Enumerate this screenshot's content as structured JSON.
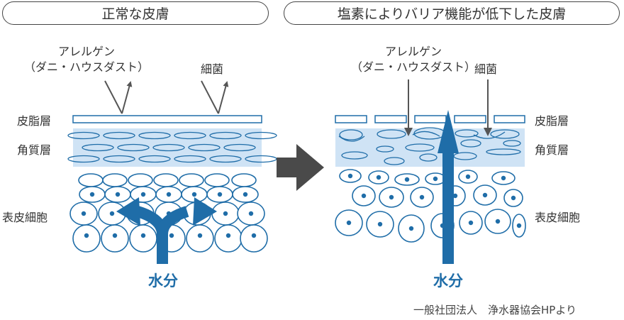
{
  "titles": {
    "normal": "正常な皮膚",
    "damaged": "塩素によりバリア機能が低下した皮膚"
  },
  "labels": {
    "allergen_line1": "アレルゲン",
    "allergen_line2": "（ダニ・ハウスダスト）",
    "bacteria": "細菌",
    "sebum_layer": "皮脂層",
    "stratum_corneum": "角質層",
    "epidermal_cells": "表皮細胞",
    "water": "水分"
  },
  "credit": "一般社団法人　浄水器協会HPより",
  "colors": {
    "cell_stroke": "#1f6da8",
    "horny_fill": "#cfe3f5",
    "water_arrow": "#1f6da8",
    "line_gray": "#555555",
    "transition_arrow": "#4a4a4a"
  }
}
